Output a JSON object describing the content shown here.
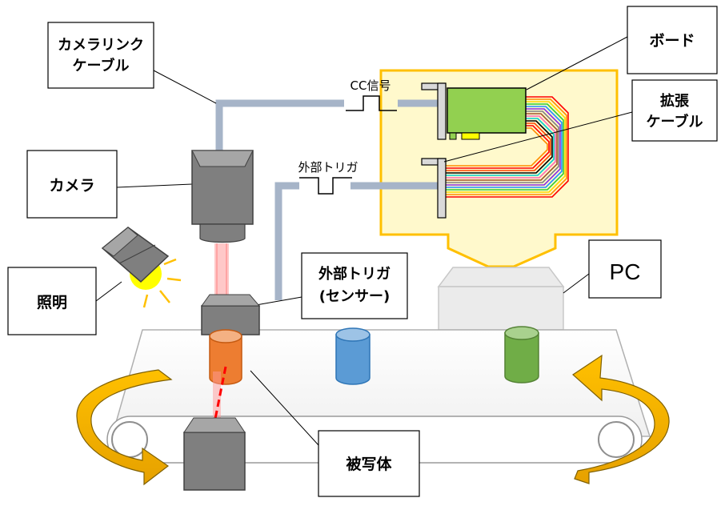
{
  "labels": {
    "camera_link_cable_1": "カメラリンク",
    "camera_link_cable_2": "ケーブル",
    "camera": "カメラ",
    "lighting": "照明",
    "external_trigger_sensor_1": "外部トリガ",
    "external_trigger_sensor_2": "(センサー)",
    "board": "ボード",
    "extension_cable_1": "拡張",
    "extension_cable_2": "ケーブル",
    "pc": "PC",
    "object": "被写体"
  },
  "signals": {
    "cc_signal": "CC信号",
    "external_trigger": "外部トリガ"
  },
  "colors": {
    "cable": "#a6b4c8",
    "pc_highlight_fill": "#fff9cc",
    "pc_highlight_border": "#ffc000",
    "board": "#92d050",
    "camera": "#7f7f7f",
    "laser": "#ff0000",
    "object_orange": "#ed7d31",
    "object_blue": "#5b9bd5",
    "object_green": "#70ad47",
    "rotation_arrow": "#ffc000"
  },
  "icons": [
    "camera-icon",
    "lighting-icon",
    "sensor-icon",
    "board-icon",
    "pc-icon",
    "conveyor-icon",
    "rotation-arrow-icon"
  ]
}
